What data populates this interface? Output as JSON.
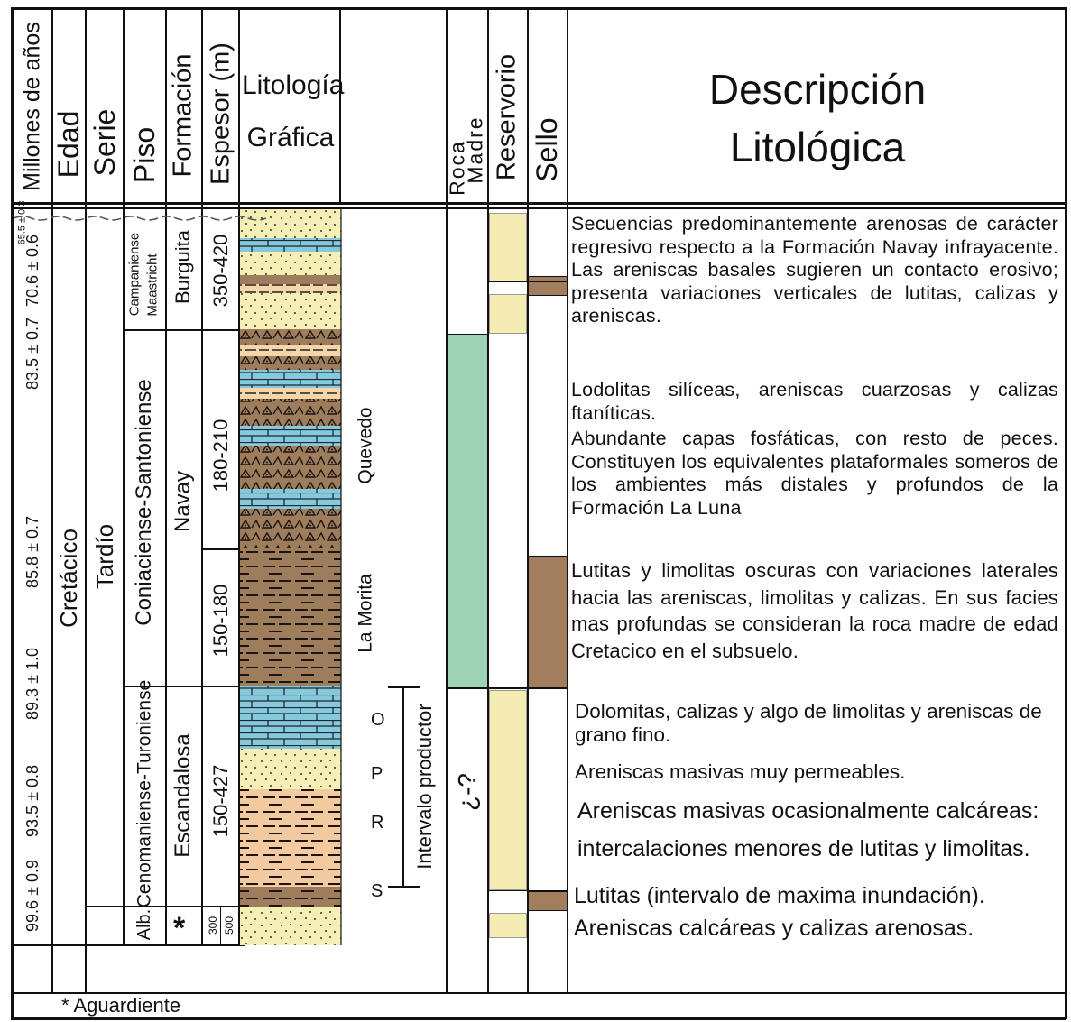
{
  "headers": {
    "age_ma": "Millones de años",
    "edad": "Edad",
    "serie": "Serie",
    "piso": "Piso",
    "formacion": "Formación",
    "espesor": "Espesor (m)",
    "litologia_line1": "Litología",
    "litologia_line2": "Gráfica",
    "roca_madre_line1": "Roca",
    "roca_madre_line2": "Madre",
    "reservorio": "Reservorio",
    "sello": "Sello",
    "descripcion_line1": "Descripción",
    "descripcion_line2": "Litológica"
  },
  "ages": [
    "65.5 ± 0.3",
    "70.6 ± 0.6",
    "83.5 ± 0.7",
    "85.8 ± 0.7",
    "89.3 ± 1.0",
    "93.5 ± 0.8",
    "99.6 ± 0.9"
  ],
  "edad": "Cretácico",
  "serie": "Tardío",
  "pisos": {
    "campaniense": "Campaniense",
    "maastricht": "Maastricht",
    "coniaciense": "Coniaciense-Santoniense",
    "cenomaniense": "Cenomaniense-Turoniense",
    "alb": "Alb."
  },
  "formaciones": {
    "burguita": "Burguita",
    "navay": "Navay",
    "escandalosa": "Escandalosa",
    "aguardiente_mark": "*"
  },
  "espesores": [
    "350-420",
    "180-210",
    "150-180",
    "150-427",
    "300",
    "500"
  ],
  "members": {
    "quevedo": "Quevedo",
    "la_morita": "La Morita",
    "intervalo": "Intervalo productor",
    "letters": [
      "O",
      "P",
      "R",
      "S"
    ]
  },
  "roca_madre_q": "¿-?",
  "descriptions": [
    "Secuencias predominantemente arenosas de carácter regresivo respecto a la Formación Navay infrayacente. Las areniscas basales sugieren un contacto erosivo; presenta variaciones verticales de lutitas, calizas y areniscas.",
    "Lodolitas silíceas, areniscas cuarzosas y calizas ftaníticas.",
    "Abundante capas fosfáticas, con resto de peces. Constituyen los equivalentes plataformales someros de los ambientes más distales y profundos de la Formación La Luna",
    "Lutitas y limolitas oscuras con variaciones laterales hacia las areniscas, limolitas y calizas. En sus facies mas profundas se consideran la roca madre de edad Cretacico en el subsuelo.",
    "Dolomitas, calizas y algo de limolitas y areniscas de grano fino.",
    "Areniscas masivas muy permeables.",
    "Areniscas masivas ocasionalmente calcáreas:",
    "intercalaciones menores de lutitas y limolitas.",
    "Lutitas (intervalo de maxima inundación).",
    "Areniscas calcáreas y calizas arenosas."
  ],
  "footnote": "* Aguardiente",
  "colors": {
    "sandstone": "#f6efb5",
    "limestone": "#86c8dc",
    "shale": "#9e7d5d",
    "roca_madre": "#9fd3b6",
    "reservoir": "#f4ecb2",
    "seal": "#a07d5c",
    "marl": "#f3c9a0"
  }
}
